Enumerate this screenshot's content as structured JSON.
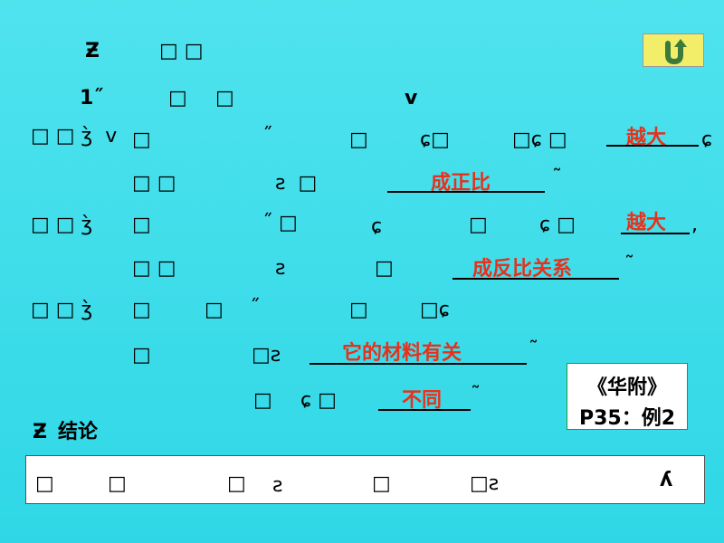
{
  "back_button": {
    "icon": "u-turn-back-icon"
  },
  "heading": {
    "bullet": "Ƶ",
    "tail": "□ □"
  },
  "subheading": {
    "number": "1˝",
    "m1": "□",
    "m2": "□",
    "end": "v"
  },
  "item1": {
    "line1": {
      "label": "□ □ ʒ̀  v",
      "a": "□",
      "b": "˝",
      "c": "□",
      "d": "ɕ□",
      "e": "□ɕ □",
      "answer": "越大",
      "tail": "ɕ"
    },
    "line2": {
      "a": "□ □",
      "b": "ƨ  □",
      "answer": "成正比",
      "tail": "˜"
    }
  },
  "item2": {
    "line1": {
      "label": "□ □ ʒ̀",
      "a": "□",
      "b": "˝ □",
      "c": "ɕ",
      "d": "□",
      "e": "ɕ □",
      "answer": "越大",
      "tail": ","
    },
    "line2": {
      "a": "□ □",
      "b": "ƨ",
      "c": "□",
      "answer": "成反比关系",
      "tail": "˜"
    }
  },
  "item3": {
    "line1": {
      "label": "□ □ ʒ̀",
      "a": "□",
      "b": "□",
      "c": "˝",
      "d": "□",
      "e": "□ɕ"
    },
    "line2": {
      "a": "□",
      "b": "□ƨ",
      "answer": "它的材料有关",
      "tail": "˜"
    },
    "line3": {
      "a": "□",
      "b": "ɕ □",
      "answer": "不同",
      "tail": "˜"
    }
  },
  "reference": {
    "line1": "《华附》",
    "line2": "P35：例2"
  },
  "conclusion": {
    "bullet": "Ƶ",
    "title": "结论",
    "text": {
      "a": "□",
      "b": "□",
      "c": "□",
      "d": "ƨ",
      "e": "□",
      "f": "□ƨ",
      "end": "ʎ"
    }
  }
}
